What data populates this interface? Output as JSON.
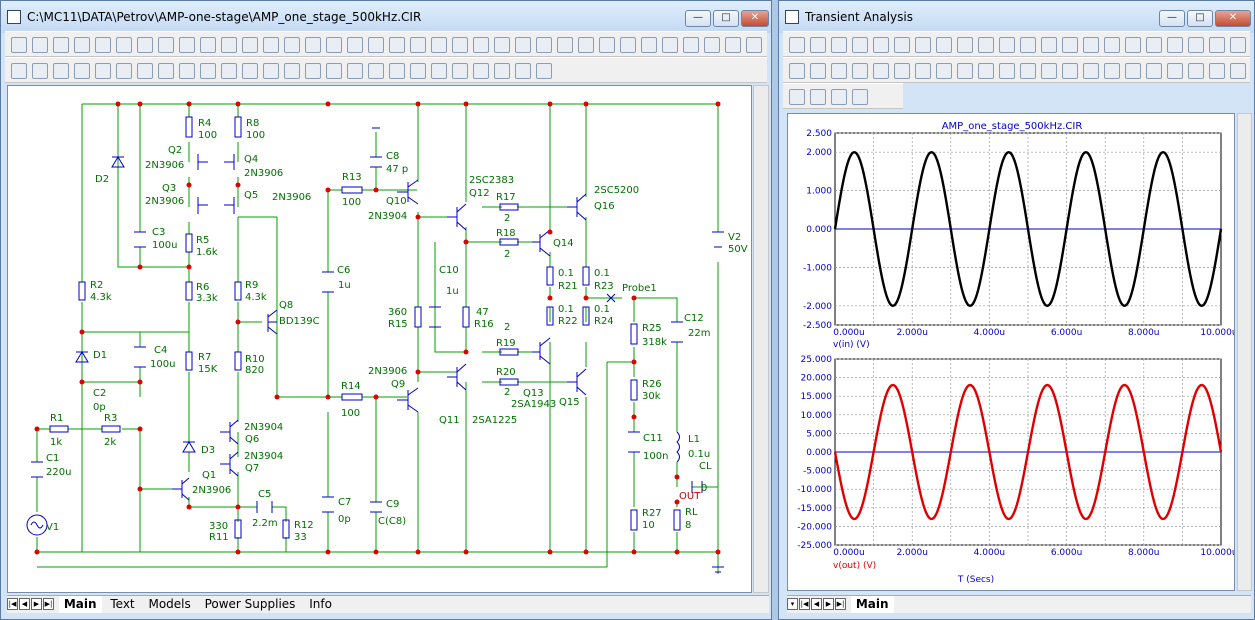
{
  "schematic_window": {
    "title": "C:\\MC11\\DATA\\Petrov\\AMP-one-stage\\AMP_one_stage_500kHz.CIR",
    "tabs": [
      "Main",
      "Text",
      "Models",
      "Power Supplies",
      "Info"
    ],
    "labels": [
      {
        "id": "r4",
        "t": "R4"
      },
      {
        "id": "r4v",
        "t": "100"
      },
      {
        "id": "r8",
        "t": "R8"
      },
      {
        "id": "r8v",
        "t": "100"
      },
      {
        "id": "q2",
        "t": "Q2"
      },
      {
        "id": "q2m",
        "t": "2N3906"
      },
      {
        "id": "q4",
        "t": "Q4"
      },
      {
        "id": "q4m",
        "t": "2N3906"
      },
      {
        "id": "q3",
        "t": "Q3"
      },
      {
        "id": "q3m",
        "t": "2N3906"
      },
      {
        "id": "q5",
        "t": "Q5"
      },
      {
        "id": "q5m",
        "t": "2N3906"
      },
      {
        "id": "d2",
        "t": "D2"
      },
      {
        "id": "c3",
        "t": "C3"
      },
      {
        "id": "c3v",
        "t": "100u"
      },
      {
        "id": "r5",
        "t": "R5"
      },
      {
        "id": "r5v",
        "t": "1.6k"
      },
      {
        "id": "r6",
        "t": "R6"
      },
      {
        "id": "r6v",
        "t": "3.3k"
      },
      {
        "id": "r2",
        "t": "R2"
      },
      {
        "id": "r2v",
        "t": "4.3k"
      },
      {
        "id": "r9",
        "t": "R9"
      },
      {
        "id": "r9v",
        "t": "4.3k"
      },
      {
        "id": "q8",
        "t": "Q8"
      },
      {
        "id": "q8m",
        "t": "BD139C"
      },
      {
        "id": "d1",
        "t": "D1"
      },
      {
        "id": "c4",
        "t": "C4"
      },
      {
        "id": "c4v",
        "t": "100u"
      },
      {
        "id": "r7",
        "t": "R7"
      },
      {
        "id": "r7v",
        "t": "15K"
      },
      {
        "id": "r10",
        "t": "R10"
      },
      {
        "id": "r10v",
        "t": "820"
      },
      {
        "id": "c2",
        "t": "C2"
      },
      {
        "id": "c2v",
        "t": "0p"
      },
      {
        "id": "r1",
        "t": "R1"
      },
      {
        "id": "r1v",
        "t": "1k"
      },
      {
        "id": "r3",
        "t": "R3"
      },
      {
        "id": "r3v",
        "t": "2k"
      },
      {
        "id": "c1",
        "t": "C1"
      },
      {
        "id": "c1v",
        "t": "220u"
      },
      {
        "id": "d3",
        "t": "D3"
      },
      {
        "id": "q6m",
        "t": "2N3904"
      },
      {
        "id": "q6",
        "t": "Q6"
      },
      {
        "id": "q7m",
        "t": "2N3904"
      },
      {
        "id": "q7",
        "t": "Q7"
      },
      {
        "id": "q1",
        "t": "Q1"
      },
      {
        "id": "q1m",
        "t": "2N3906"
      },
      {
        "id": "c5",
        "t": "C5"
      },
      {
        "id": "c5v",
        "t": "2.2m"
      },
      {
        "id": "v1",
        "t": "V1"
      },
      {
        "id": "r11v",
        "t": "330"
      },
      {
        "id": "r11",
        "t": "R11"
      },
      {
        "id": "r12",
        "t": "R12"
      },
      {
        "id": "r12v",
        "t": "33"
      },
      {
        "id": "c7",
        "t": "C7"
      },
      {
        "id": "c7v",
        "t": "0p"
      },
      {
        "id": "c9",
        "t": "C9"
      },
      {
        "id": "c9v",
        "t": "C(C8)"
      },
      {
        "id": "r14",
        "t": "R14"
      },
      {
        "id": "r14v",
        "t": "100"
      },
      {
        "id": "c6",
        "t": "C6"
      },
      {
        "id": "c6v",
        "t": "1u"
      },
      {
        "id": "r13",
        "t": "R13"
      },
      {
        "id": "r13v",
        "t": "100"
      },
      {
        "id": "c8",
        "t": "C8"
      },
      {
        "id": "c8v",
        "t": "47 p"
      },
      {
        "id": "q10",
        "t": "Q10"
      },
      {
        "id": "q10m",
        "t": "2N3904"
      },
      {
        "id": "q12m",
        "t": "2SC2383"
      },
      {
        "id": "q12",
        "t": "Q12"
      },
      {
        "id": "r17",
        "t": "R17"
      },
      {
        "id": "r17v",
        "t": "2"
      },
      {
        "id": "q16m",
        "t": "2SC5200"
      },
      {
        "id": "q16",
        "t": "Q16"
      },
      {
        "id": "r18",
        "t": "R18"
      },
      {
        "id": "r18v",
        "t": "2"
      },
      {
        "id": "q14",
        "t": "Q14"
      },
      {
        "id": "c10",
        "t": "C10"
      },
      {
        "id": "c10v",
        "t": "1u"
      },
      {
        "id": "r21v",
        "t": "0.1"
      },
      {
        "id": "r21",
        "t": "R21"
      },
      {
        "id": "r23v",
        "t": "0.1"
      },
      {
        "id": "r23",
        "t": "R23"
      },
      {
        "id": "probe",
        "t": "Probe1"
      },
      {
        "id": "c12",
        "t": "C12"
      },
      {
        "id": "c12v",
        "t": "22m"
      },
      {
        "id": "r15v",
        "t": "360"
      },
      {
        "id": "r15",
        "t": "R15"
      },
      {
        "id": "r16v",
        "t": "47"
      },
      {
        "id": "r16",
        "t": "R16"
      },
      {
        "id": "r19v",
        "t": "2"
      },
      {
        "id": "r19",
        "t": "R19"
      },
      {
        "id": "r22v",
        "t": "0.1"
      },
      {
        "id": "r22",
        "t": "R22"
      },
      {
        "id": "r24v",
        "t": "0.1"
      },
      {
        "id": "r24",
        "t": "R24"
      },
      {
        "id": "r25",
        "t": "R25"
      },
      {
        "id": "r25v",
        "t": "318k"
      },
      {
        "id": "q9m",
        "t": "2N3906"
      },
      {
        "id": "q9",
        "t": "Q9"
      },
      {
        "id": "r20",
        "t": "R20"
      },
      {
        "id": "r20v",
        "t": "2"
      },
      {
        "id": "q13m",
        "t": "2SA1943"
      },
      {
        "id": "q13",
        "t": "Q13"
      },
      {
        "id": "r26",
        "t": "R26"
      },
      {
        "id": "r26v",
        "t": "30k"
      },
      {
        "id": "q11",
        "t": "Q11"
      },
      {
        "id": "q11m",
        "t": "2SA1225"
      },
      {
        "id": "q15",
        "t": "Q15"
      },
      {
        "id": "c11",
        "t": "C11"
      },
      {
        "id": "c11v",
        "t": "100n"
      },
      {
        "id": "l1",
        "t": "L1"
      },
      {
        "id": "l1v",
        "t": "0.1u"
      },
      {
        "id": "cl",
        "t": "CL"
      },
      {
        "id": "clv",
        "t": "0"
      },
      {
        "id": "out",
        "t": "OUT"
      },
      {
        "id": "r27",
        "t": "R27"
      },
      {
        "id": "r27v",
        "t": "10"
      },
      {
        "id": "rl",
        "t": "RL"
      },
      {
        "id": "rlv",
        "t": "8"
      },
      {
        "id": "v2",
        "t": "V2"
      },
      {
        "id": "v2v",
        "t": "50V"
      }
    ]
  },
  "analysis_window": {
    "title": "Transient Analysis",
    "tab": "Main"
  },
  "chart_data": [
    {
      "type": "line",
      "title": "AMP_one_stage_500kHz.CIR",
      "xlabel": "v(in) (V)",
      "xlim": [
        0,
        10
      ],
      "ylim": [
        -2.5,
        2.5
      ],
      "y_ticks": [
        "2.500",
        "2.000",
        "1.000",
        "0.000",
        "-1.000",
        "-2.000",
        "-2.500"
      ],
      "y_tick_values": [
        2.5,
        2,
        1,
        0,
        -1,
        -2,
        -2.5
      ],
      "x_ticks": [
        "0.000u",
        "2.000u",
        "4.000u",
        "6.000u",
        "8.000u",
        "10.000u"
      ],
      "series": [
        {
          "amplitude": 2.0,
          "period_us": 2.0,
          "phase": "sin",
          "color": "#000000"
        }
      ]
    },
    {
      "type": "line",
      "xlabel": "v(out) (V)",
      "x_axis_label": "T (Secs)",
      "xlim": [
        0,
        10
      ],
      "ylim": [
        -25,
        25
      ],
      "y_ticks": [
        "25.000",
        "20.000",
        "15.000",
        "10.000",
        "5.000",
        "0.000",
        "-5.000",
        "-10.000",
        "-15.000",
        "-20.000",
        "-25.000"
      ],
      "y_tick_values": [
        25,
        20,
        15,
        10,
        5,
        0,
        -5,
        -10,
        -15,
        -20,
        -25
      ],
      "x_ticks": [
        "0.000u",
        "2.000u",
        "4.000u",
        "6.000u",
        "8.000u",
        "10.000u"
      ],
      "series": [
        {
          "amplitude": 18.0,
          "period_us": 2.0,
          "phase": "-sin",
          "color": "#e00000"
        }
      ]
    }
  ]
}
